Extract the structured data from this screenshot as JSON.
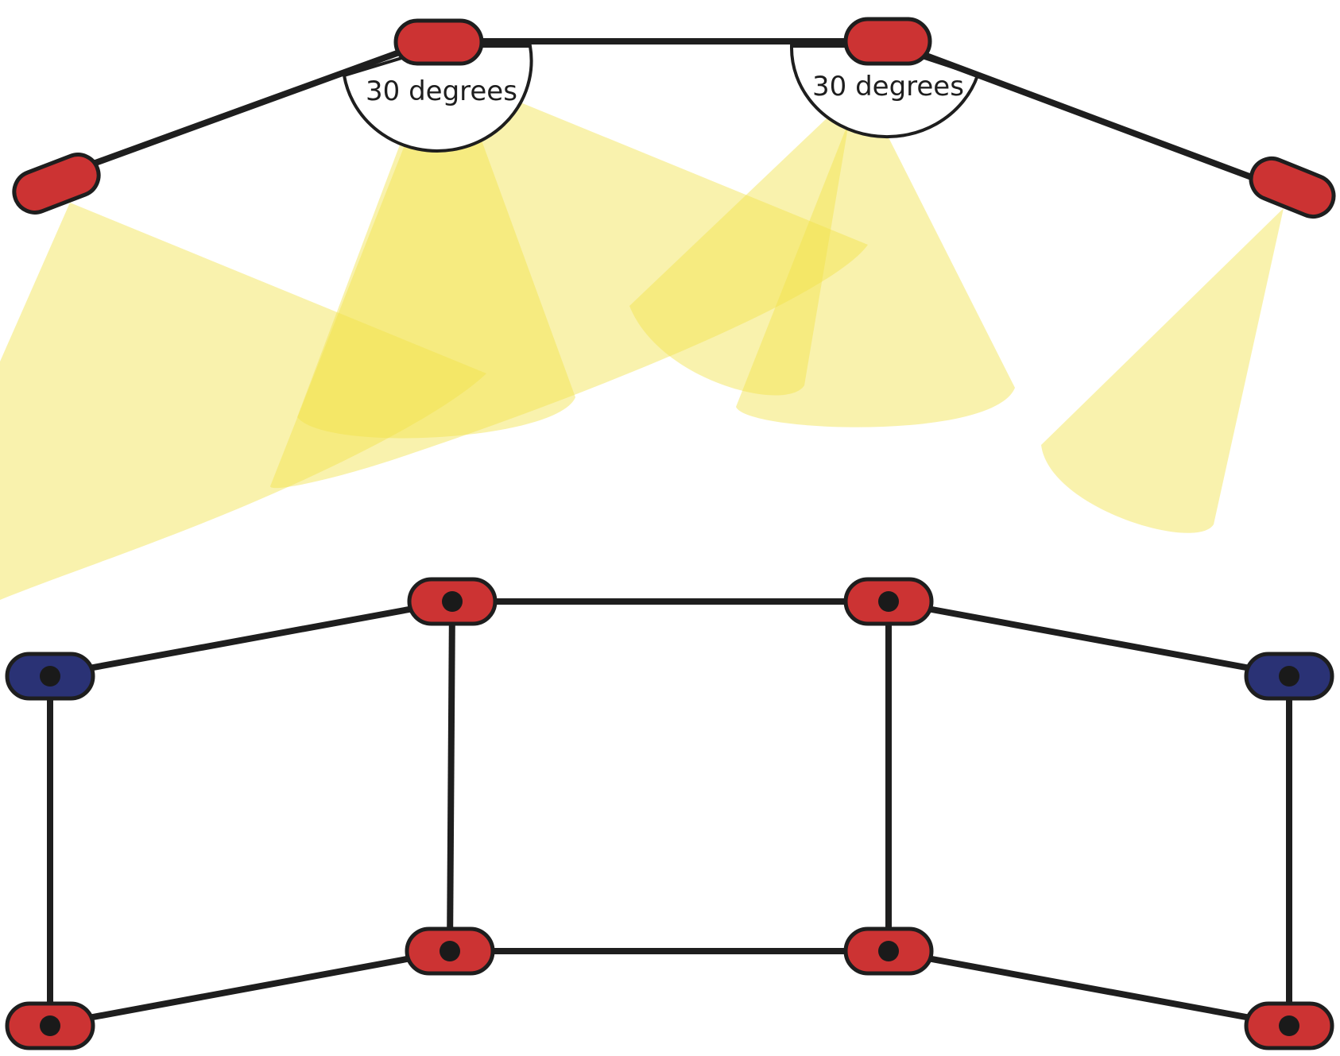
{
  "colors": {
    "camera_red": "#cc3333",
    "camera_blue": "#2a3275",
    "outline": "#1e1e1e",
    "light_beam": "#f2e24a"
  },
  "top_diagram": {
    "angle_labels": [
      "30 degrees",
      "30 degrees"
    ],
    "cameras": [
      "left-outer",
      "left-center",
      "right-center",
      "right-outer"
    ],
    "beam_count": 6
  },
  "bottom_diagram": {
    "nodes": [
      {
        "id": "top-left",
        "color": "blue"
      },
      {
        "id": "top-center-left",
        "color": "red"
      },
      {
        "id": "top-center-right",
        "color": "red"
      },
      {
        "id": "top-right",
        "color": "blue"
      },
      {
        "id": "bottom-left",
        "color": "red"
      },
      {
        "id": "bottom-center-left",
        "color": "red"
      },
      {
        "id": "bottom-center-right",
        "color": "red"
      },
      {
        "id": "bottom-right",
        "color": "red"
      }
    ]
  }
}
